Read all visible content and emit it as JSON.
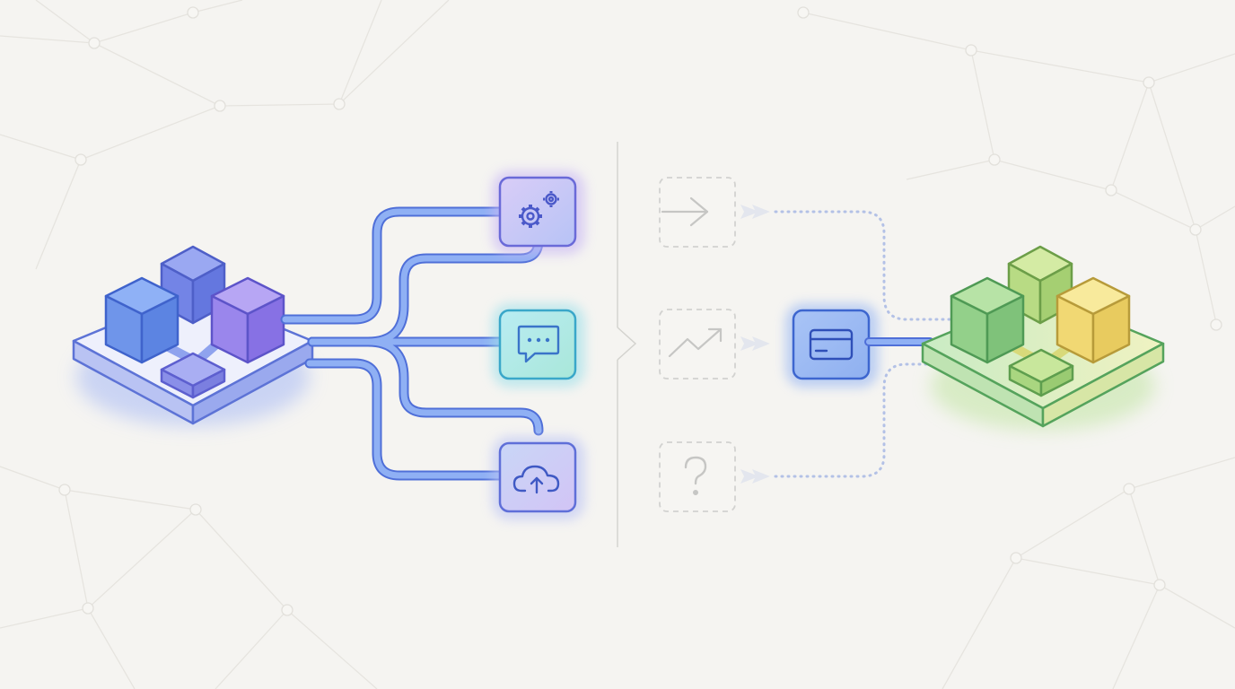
{
  "colors": {
    "background": "#f5f4f1",
    "mesh": "#e7e5e0",
    "connector_blue": "#7f9ef0",
    "connector_blue_dark": "#5d7fe0",
    "connector_faded": "#aebde3",
    "cube_blue": "#6f93ec",
    "cube_indigo": "#7b85e8",
    "cube_purple": "#9a85ec",
    "cube_green": "#8ed18d",
    "cube_lime": "#bedc86",
    "cube_yellow": "#f2dc7c",
    "ghost_stroke": "#cfcfcf",
    "divider": "#d2d2d2"
  },
  "diagram": {
    "left_cluster": {
      "icon": "blue-cube-cluster-icon"
    },
    "service_tiles": [
      {
        "icon": "gears-icon",
        "state": "active"
      },
      {
        "icon": "chat-bubble-icon",
        "state": "active"
      },
      {
        "icon": "cloud-upload-icon",
        "state": "active"
      }
    ],
    "divider": {
      "icon": "chevron-right-icon"
    },
    "ghost_tiles": [
      {
        "icon": "arrow-right-icon",
        "state": "inactive"
      },
      {
        "icon": "trend-up-icon",
        "state": "inactive"
      },
      {
        "icon": "question-mark-icon",
        "state": "inactive"
      }
    ],
    "payment_tile": {
      "icon": "credit-card-icon",
      "state": "active"
    },
    "right_cluster": {
      "icon": "green-cube-cluster-icon"
    }
  }
}
